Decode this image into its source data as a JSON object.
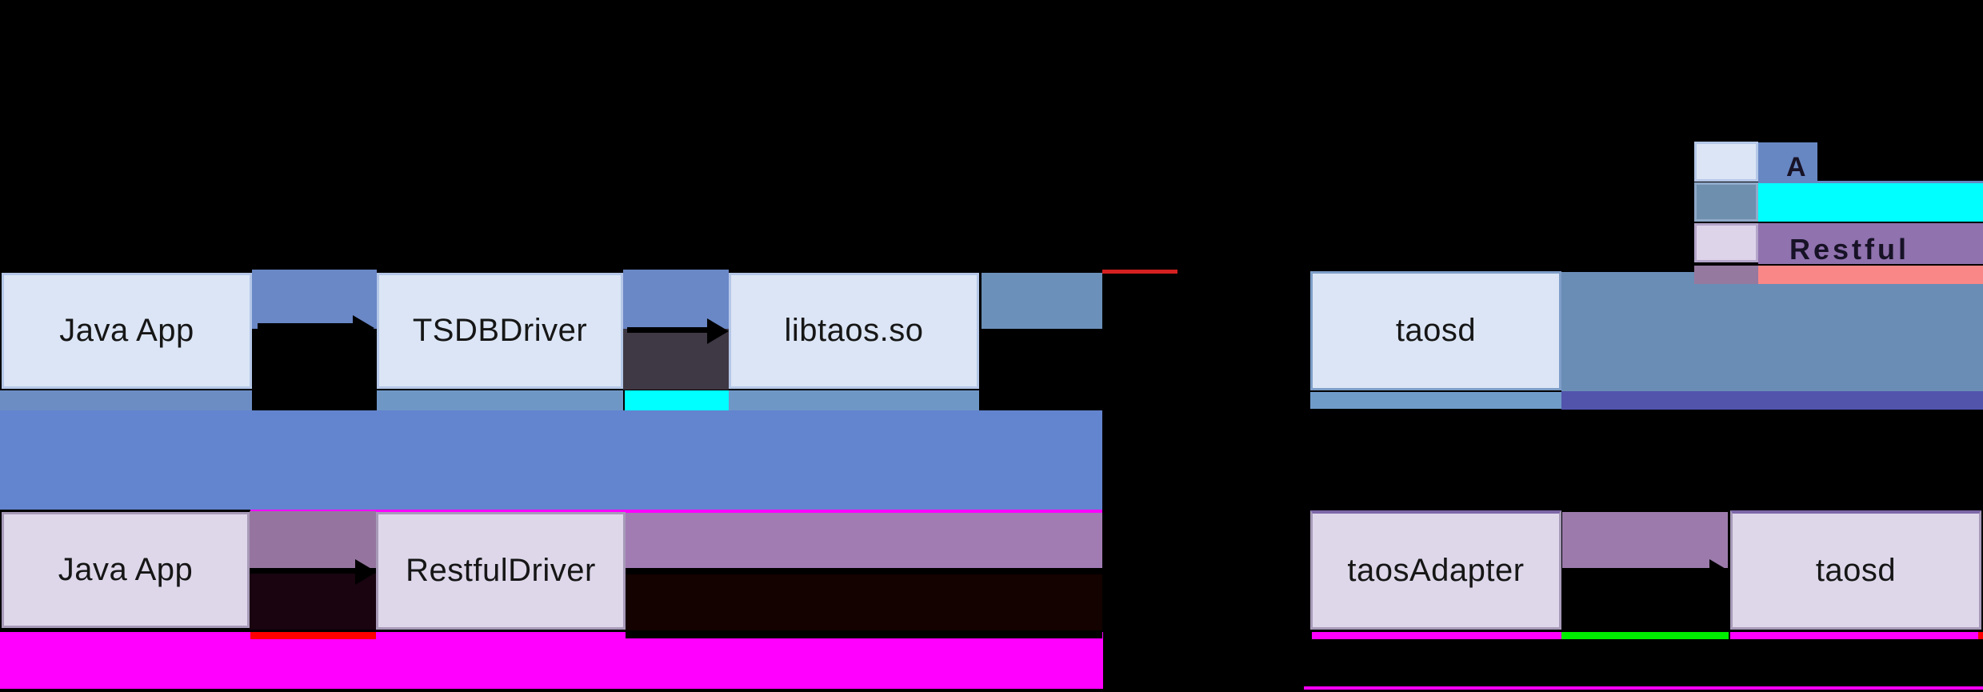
{
  "diagram_title": "TDengine JDBC connector architecture (rendered on black; original dark text invisible)",
  "colors": {
    "background": "#000000",
    "box_blue_fill": "#dbe5f5",
    "box_blue_border": "#b5c7e8",
    "taosd_border": "#7e9ec8",
    "box_lav_fill": "#ded7ea",
    "box_lav_border": "#a79ab8",
    "box_lav_top_border": "#7d68a8",
    "periwinkle_band": "#6a87c6",
    "big_band": "#6384ce",
    "steel_band_small": "#6b90ba",
    "steel_band_right": "#6a8db6",
    "strip_under_app": "#6c8dc4",
    "strip_under_driver": "#6e97c6",
    "strip_under_taosd": "#6f9bc9",
    "indigo_strip": "#5254ac",
    "cyan": "#00ffff",
    "magenta": "#ff00ff",
    "red": "#ff0000",
    "red_line": "#d42020",
    "green": "#00ee00",
    "mauve_gap": "#95759f",
    "mauve_band": "#a17cb3",
    "mauve_band_right": "#9c7bac",
    "dark_gap_gray": "#3f3945",
    "dark_maroon": "#130200",
    "dark_gap_maroon": "#190410",
    "legend_row1_band": "#6787c3",
    "legend_row2_band": "#00ffff",
    "legend_row3_band": "#8f72ae",
    "legend_salmon_bar": "#fa8787",
    "legend_mauve_block": "#96799f",
    "legend_swatch2_fill": "#6e8fae",
    "legend_swatch2_border": "#8fa9c9",
    "legend_swatch3_fill": "#ded4ea",
    "legend_swatch3_border": "#b4a5ca",
    "fragment_ink": "#171226"
  },
  "jni_flow": {
    "app": "Java App",
    "driver": "TSDBDriver",
    "lib": "libtaos.so",
    "server": "taosd"
  },
  "rest_flow": {
    "app": "Java App",
    "driver": "RestfulDriver",
    "adapter": "taosAdapter",
    "server": "taosd"
  },
  "legend": {
    "rows": [
      {
        "swatch": "light-blue",
        "band_color": "#6787c3",
        "visible_fragment": "A"
      },
      {
        "swatch": "steel-blue",
        "band_color": "#00ffff",
        "visible_fragment": ""
      },
      {
        "swatch": "light-purple",
        "band_color": "#8f72ae",
        "visible_fragment": "Restful"
      }
    ]
  }
}
